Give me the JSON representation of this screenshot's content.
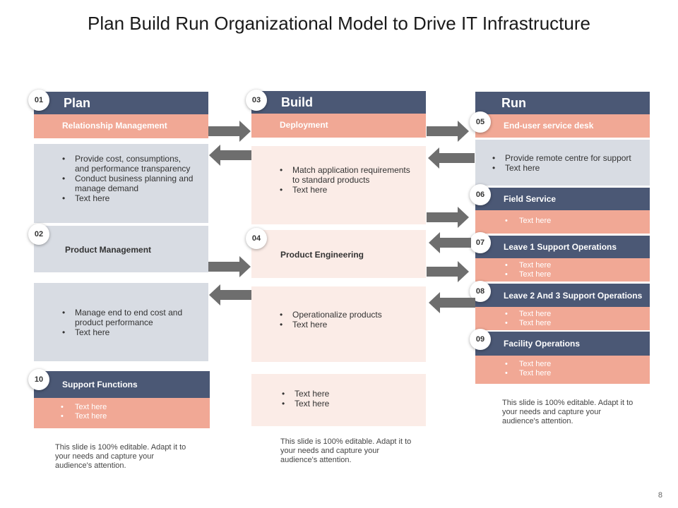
{
  "title": "Plan Build Run Organizational Model to Drive IT Infrastructure",
  "page_number": "8",
  "colors": {
    "navy": "#4b5875",
    "salmon": "#f1a895",
    "grey": "#d8dce3",
    "pink": "#fbece7",
    "arrow": "#6e6e6e"
  },
  "plan": {
    "badge": "01",
    "header": "Plan",
    "sub": "Relationship Management",
    "bullets1": [
      "Provide cost, consumptions, and performance transparency",
      "Conduct business planning and manage demand",
      "Text here"
    ],
    "badge2": "02",
    "product_mgmt": "Product Management",
    "bullets2": [
      "Manage end to end cost and product performance",
      "Text here"
    ],
    "badge3": "10",
    "support_header": "Support Functions",
    "support_bullets": [
      "Text here",
      "Text here"
    ],
    "note": "This slide is 100% editable. Adapt it to your needs and capture your audience's attention."
  },
  "build": {
    "badge": "03",
    "header": "Build",
    "sub": "Deployment",
    "bullets1": [
      "Match application requirements to standard products",
      "Text here"
    ],
    "badge2": "04",
    "product_eng": "Product Engineering",
    "bullets2": [
      "Operationalize products",
      "Text here"
    ],
    "bullets3": [
      "Text here",
      "Text here"
    ],
    "note": "This slide is 100% editable. Adapt it to your needs and capture your audience's attention."
  },
  "run": {
    "header": "Run",
    "badge": "05",
    "sub": "End-user service desk",
    "bullets1": [
      "Provide remote centre for support",
      "Text here"
    ],
    "items": [
      {
        "badge": "06",
        "header": "Field Service",
        "bullets": [
          "Text here"
        ]
      },
      {
        "badge": "07",
        "header": "Leave 1 Support Operations",
        "bullets": [
          "Text here",
          "Text here"
        ]
      },
      {
        "badge": "08",
        "header": "Leave 2 And 3 Support Operations",
        "bullets": [
          "Text here",
          "Text here"
        ]
      },
      {
        "badge": "09",
        "header": "Facility Operations",
        "bullets": [
          "Text here",
          "Text here"
        ]
      }
    ],
    "note": "This slide is 100% editable. Adapt it to your needs and capture your audience's attention."
  }
}
